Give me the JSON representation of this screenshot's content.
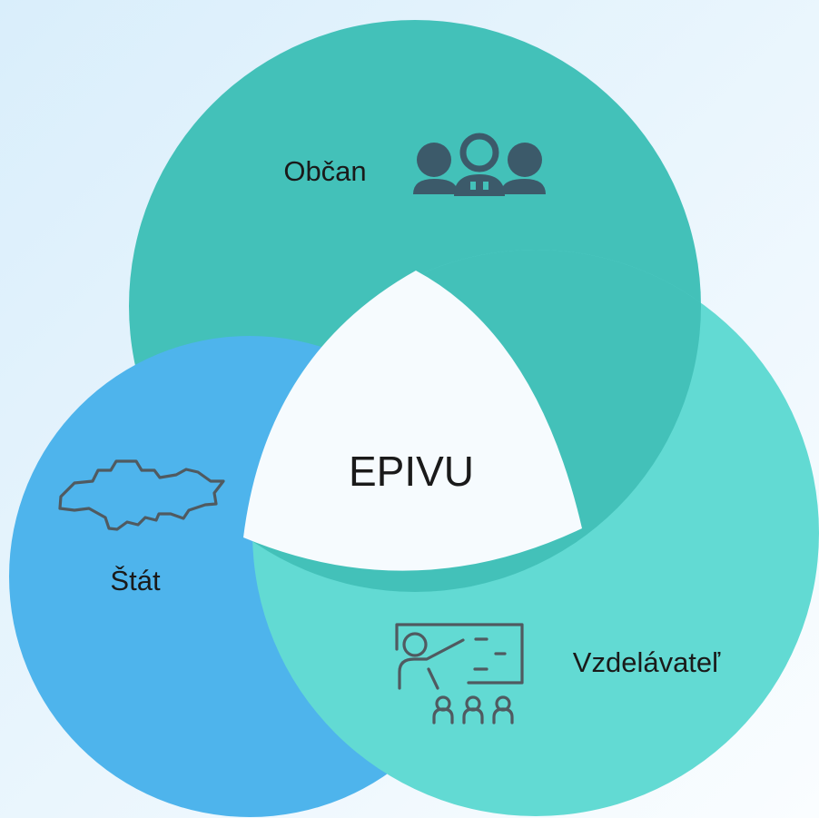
{
  "diagram": {
    "center": {
      "label": "EPIVU"
    },
    "circles": [
      {
        "id": "obcan",
        "label": "Občan",
        "icon": "people-group-icon",
        "color": "#43c1b9"
      },
      {
        "id": "stat",
        "label": "Štát",
        "icon": "slovakia-map-icon",
        "color": "#4eb4ec"
      },
      {
        "id": "vzdelavatel",
        "label": "Vzdelávateľ",
        "icon": "teacher-classroom-icon",
        "color": "#62dad3"
      }
    ],
    "colors": {
      "background_start": "#d9eefb",
      "background_end": "#fafdff",
      "center_fill": "#f6fbfe",
      "icon_dark": "#3c5a6a",
      "icon_outline": "#505a60"
    }
  }
}
